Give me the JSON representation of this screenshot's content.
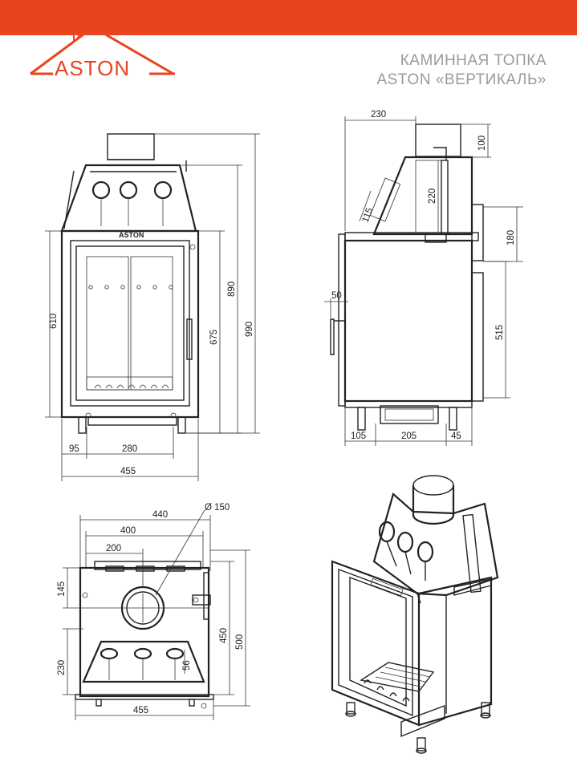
{
  "header": {
    "bar_color": "#e8441f",
    "logo_text": "ASTON",
    "title_line1": "КАМИННАЯ ТОПКА",
    "title_line2": "ASTON «ВЕРТИКАЛЬ»"
  },
  "front_view": {
    "door_logo": "ASTON",
    "dims": {
      "glass_height": "610",
      "door_height": "675",
      "body_height": "890",
      "total_height": "990",
      "left_offset": "95",
      "inner_width": "280",
      "total_width": "455"
    }
  },
  "side_view": {
    "dims": {
      "top_depth": "230",
      "collar_height": "100",
      "damper_height": "220",
      "angle_length": "115",
      "upper_height": "180",
      "handle_offset": "50",
      "lower_height": "515",
      "front_depth": "105",
      "mid_depth": "205",
      "rear_depth": "45"
    }
  },
  "top_view": {
    "dims": {
      "width_440": "440",
      "width_400": "400",
      "width_200": "200",
      "flue_diameter": "Ø 150",
      "front_145": "145",
      "rear_230": "230",
      "hole_56": "56",
      "depth_450": "450",
      "depth_500": "500",
      "base_width": "455"
    }
  }
}
